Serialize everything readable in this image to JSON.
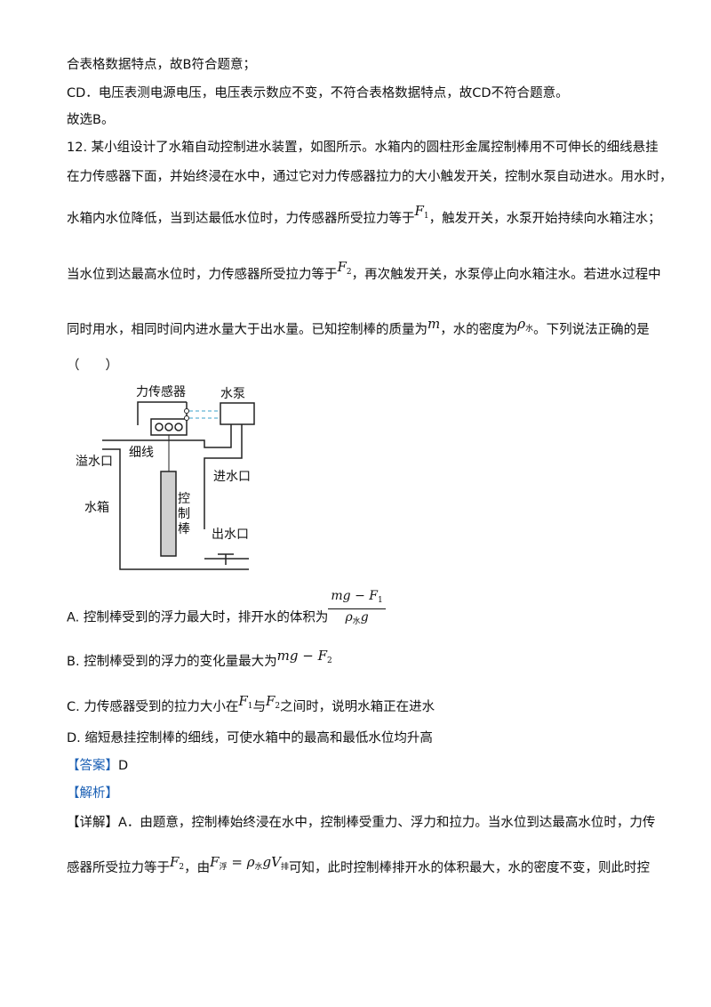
{
  "text": {
    "l1": "合表格数据特点，故B符合题意；",
    "l2": "CD．电压表测电源电压，电压表示数应不变，不符合表格数据特点，故CD不符合题意。",
    "l3": "故选B。",
    "l4": "12. 某小组设计了水箱自动控制进水装置，如图所示。水箱内的圆柱形金属控制棒用不可伸长的细线悬挂",
    "l5": "在力传感器下面，并始终浸在水中，通过它对力传感器拉力的大小触发开关，控制水泵自动进水。用水时，",
    "l6a": "水箱内水位降低，当到达最低水位时，力传感器所受拉力等于",
    "l6b": "，触发开关，水泵开始持续向水箱注水；",
    "l7a": "当水位到达最高水位时，力传感器所受拉力等于",
    "l7b": "，再次触发开关，水泵停止向水箱注水。若进水过程中",
    "l8a": "同时用水，相同时间内进水量大于出水量。已知控制棒的质量为",
    "l8b": "，水的密度为",
    "l8c": "。下列说法正确的是",
    "l9": "（　　）",
    "optA": "A. 控制棒受到的浮力最大时，排开水的体积为",
    "optB": "B. 控制棒受到的浮力的变化量最大为",
    "optCa": "C. 力传感器受到的拉力大小在",
    "optCb": "与",
    "optCc": "之间时，说明水箱正在进水",
    "optD": "D. 缩短悬挂控制棒的细线，可使水箱中的最高和最低水位均升高",
    "answer_label": "【答案】",
    "answer_value": "D",
    "analysis_label": "【解析】",
    "detail_label": "【详解】",
    "detail1": "A．由题意，控制棒始终浸在水中，控制棒受重力、浮力和拉力。当水位到达最高水位时，力传",
    "detail2a": "感器所受拉力等于",
    "detail2b": "，由",
    "detail2c": "可知，此时控制棒排开水的体积最大，水的密度不变，则此时控"
  },
  "math": {
    "F": "F",
    "one": "1",
    "two": "2",
    "m": "m",
    "rho": "ρ",
    "water": "水",
    "mgF1_num": "mg − F",
    "mgF1_den": "ρ",
    "mgF2": "mg − F",
    "g": "g",
    "F_fu": "F",
    "fu": "浮",
    "eq": " = ",
    "gV": "gV",
    "pai": "排"
  },
  "figure": {
    "sensor": "力传感器",
    "pump": "水泵",
    "thread": "细线",
    "overflow": "溢水口",
    "inlet": "进水口",
    "tank": "水箱",
    "rod1": "控",
    "rod2": "制",
    "rod3": "棒",
    "outlet": "出水口"
  }
}
